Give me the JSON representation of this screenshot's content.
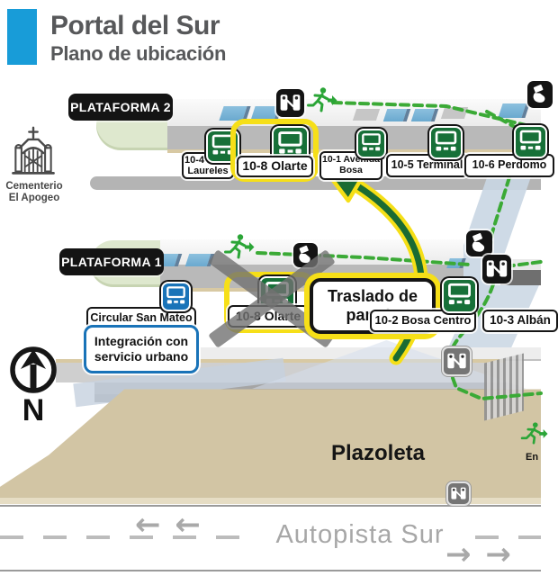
{
  "header": {
    "title": "Portal del Sur",
    "subtitle": "Plano de ubicación",
    "brand_color": "#189CD8"
  },
  "platforms": {
    "p2": {
      "label": "PLATAFORMA 2",
      "stops": {
        "s104": {
          "line1": "10-4 Bosa",
          "line2": "Laureles"
        },
        "s108": {
          "label": "10-8 Olarte",
          "highlighted": true
        },
        "s101": {
          "line1": "10-1 Avenida",
          "line2": "Bosa"
        },
        "s105": {
          "label": "10-5 Terminal"
        },
        "s106": {
          "label": "10-6 Perdomo"
        }
      }
    },
    "p1": {
      "label": "PLATAFORMA 1",
      "stops": {
        "circular": {
          "label": "Circular San Mateo",
          "service": "urbano"
        },
        "s108": {
          "label": "10-8 Olarte",
          "highlighted": true,
          "closed": true
        },
        "s102": {
          "label": "10-2 Bosa Centro"
        },
        "s103": {
          "label": "10-3 Albán"
        }
      }
    }
  },
  "callouts": {
    "traslado": {
      "line1": "Traslado de",
      "line2": "parada"
    },
    "integracion": {
      "line1": "Integración con",
      "line2": "servicio urbano"
    }
  },
  "landmarks": {
    "cemetery_line1": "Cementerio",
    "cemetery_line2": "El Apogeo",
    "north_letter": "N",
    "plazoleta": "Plazoleta",
    "entrance_partial": "En"
  },
  "road": {
    "name": "Autopista Sur",
    "left_arrows": "← ←",
    "right_arrows": "→ →"
  },
  "icons": {
    "bus_troncal": "bus-front-icon",
    "bus_urbano": "bus-front-icon-blue",
    "turnstile": "turnstile-icon",
    "card": "card-validation-icon",
    "runner": "pedestrian-runner-icon",
    "north": "north-compass-icon",
    "cemetery": "cemetery-gate-icon"
  },
  "colors": {
    "troncal_green": "#177038",
    "urbano_blue": "#1973B8",
    "highlight_yellow": "#F6DF18",
    "path_green": "#3BAA36",
    "arrow_green": "#1A6B33",
    "platform_gray": "#B9B9B9",
    "ground_tan": "#D2C5A4"
  }
}
